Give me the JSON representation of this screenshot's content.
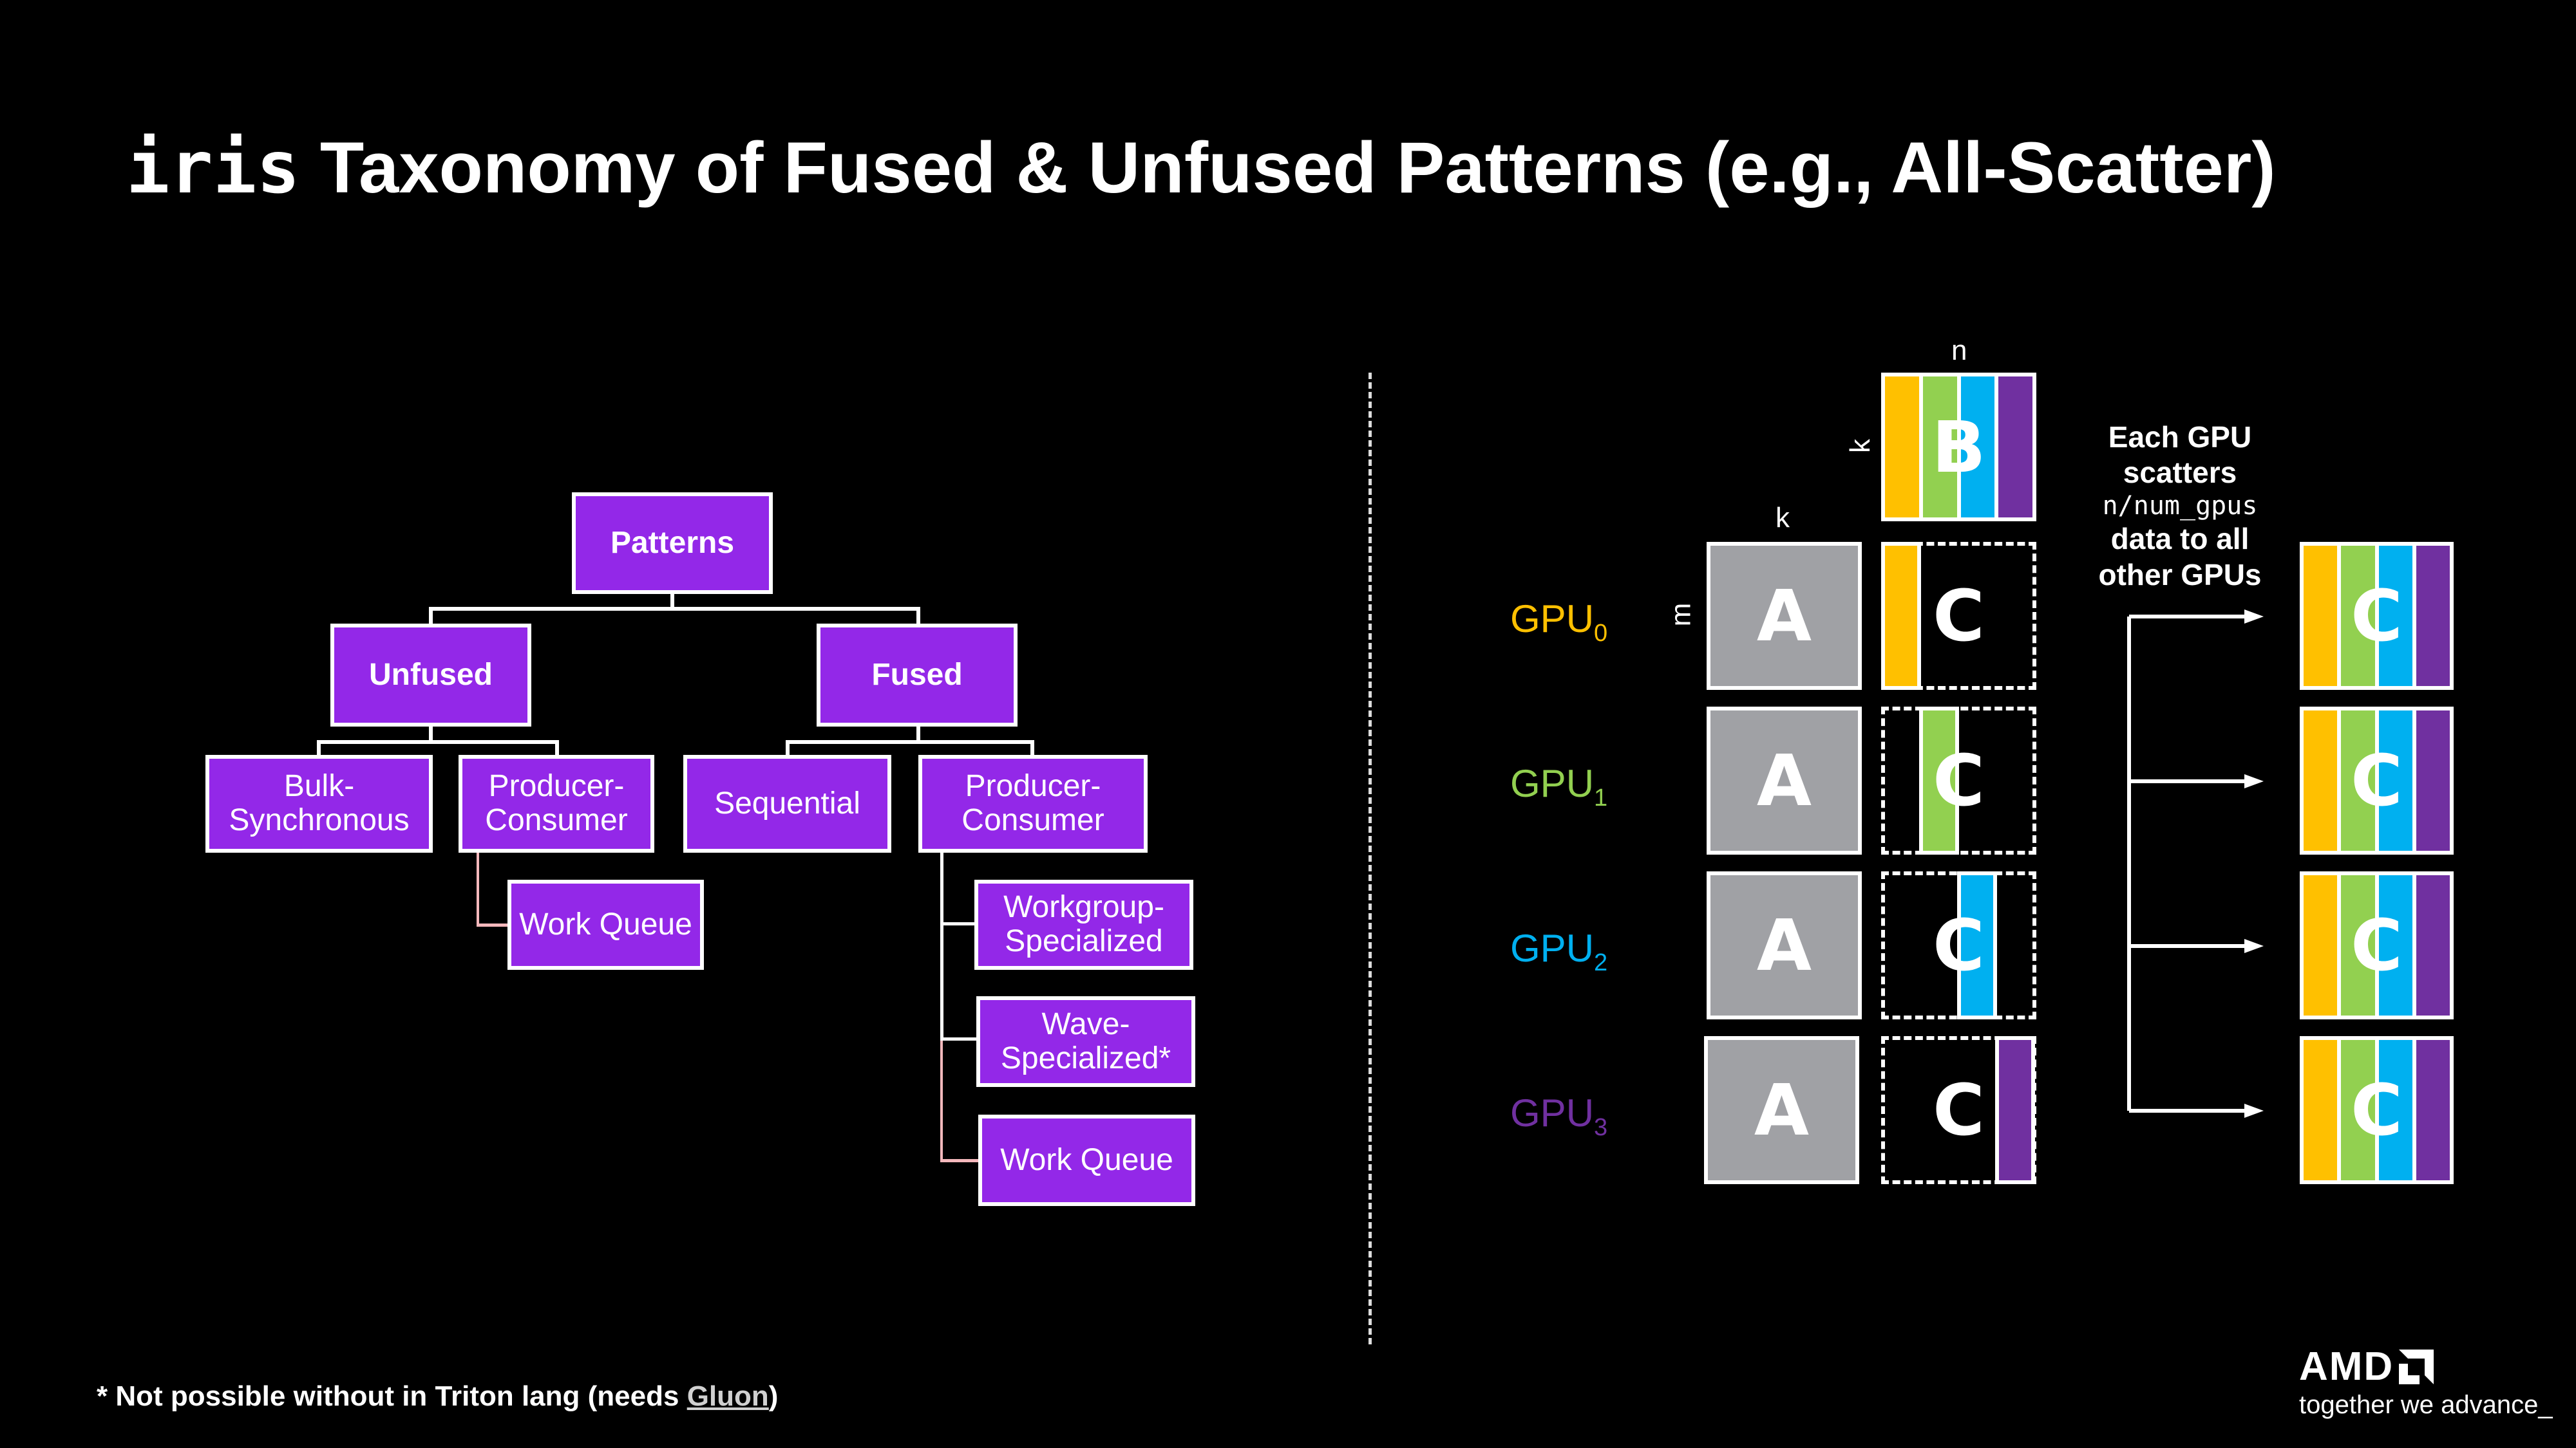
{
  "slide": {
    "title_code": "iris",
    "title_rest": " Taxonomy of Fused & Unfused Patterns (e.g., All-Scatter)"
  },
  "taxonomy": {
    "root": "Patterns",
    "unfused": {
      "label": "Unfused",
      "children": {
        "bulk_synchronous": "Bulk-\nSynchronous",
        "producer_consumer": "Producer-\nConsumer",
        "work_queue": "Work Queue"
      }
    },
    "fused": {
      "label": "Fused",
      "children": {
        "sequential": "Sequential",
        "producer_consumer": "Producer-\nConsumer",
        "workgroup_specialized": "Workgroup-\nSpecialized",
        "wave_specialized": "Wave-\nSpecialized*",
        "work_queue": "Work Queue"
      }
    }
  },
  "all_scatter": {
    "dims": {
      "n": "n",
      "k_b": "k",
      "k_a": "k",
      "m": "m"
    },
    "matrices": {
      "a": "A",
      "b": "B",
      "c": "C"
    },
    "gpus": [
      {
        "name": "GPU",
        "index": "0",
        "color": "#ffc000"
      },
      {
        "name": "GPU",
        "index": "1",
        "color": "#92d050"
      },
      {
        "name": "GPU",
        "index": "2",
        "color": "#00b0f0"
      },
      {
        "name": "GPU",
        "index": "3",
        "color": "#7030a0"
      }
    ],
    "description": {
      "line1": "Each GPU",
      "line2": "scatters",
      "line3": "n/num_gpus",
      "line4": "data to all",
      "line5": "other GPUs"
    }
  },
  "footnote": {
    "text": "* Not possible without in Triton lang (needs ",
    "link": "Gluon",
    "end": ")"
  },
  "branding": {
    "logo": "AMD",
    "tagline": "together we advance_"
  },
  "colors": {
    "node_fill": "#9328e8",
    "matrix_a": "#a0a1a5"
  }
}
